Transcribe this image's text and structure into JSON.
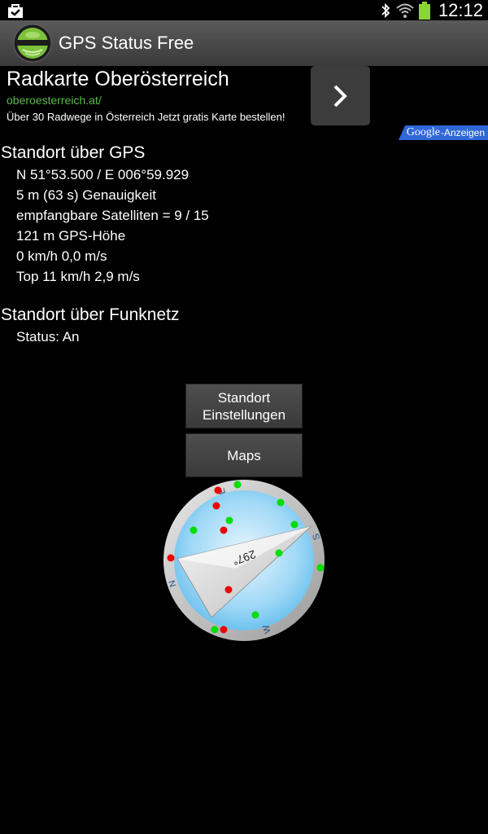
{
  "status_bar": {
    "time": "12:12",
    "left_icon": "bag-check-icon",
    "icons": [
      "bluetooth-icon",
      "wifi-icon",
      "battery-icon"
    ]
  },
  "app": {
    "title": "GPS Status Free",
    "icon": "gps-app-icon"
  },
  "ad": {
    "headline": "Radkarte Oberösterreich",
    "url": "oberoesterreich.at/",
    "description": "Über 30 Radwege in Österreich Jetzt gratis Karte bestellen!",
    "badge_google": "Google",
    "badge_suffix": "-Anzeigen"
  },
  "gps": {
    "title": "Standort über GPS",
    "coords": "N 51°53.500 / E 006°59.929",
    "accuracy": "5 m (63 s) Genauigkeit",
    "satellites": "empfangbare Satelliten = 9 / 15",
    "altitude": "121 m GPS-Höhe",
    "speed": "0 km/h 0,0 m/s",
    "top_speed": "Top 11 km/h 2,9 m/s"
  },
  "network": {
    "title": "Standort über Funknetz",
    "status": "Status: An"
  },
  "buttons": {
    "location_settings_line1": "Standort",
    "location_settings_line2": "Einstellungen",
    "maps": "Maps"
  },
  "compass": {
    "heading_label": "297°",
    "heading_degrees": 297,
    "labels": {
      "north": "N",
      "east": "E",
      "south": "S",
      "west": "W"
    },
    "colors": {
      "satellite_used": "#00dd00",
      "satellite_unused": "#ee0000"
    }
  }
}
